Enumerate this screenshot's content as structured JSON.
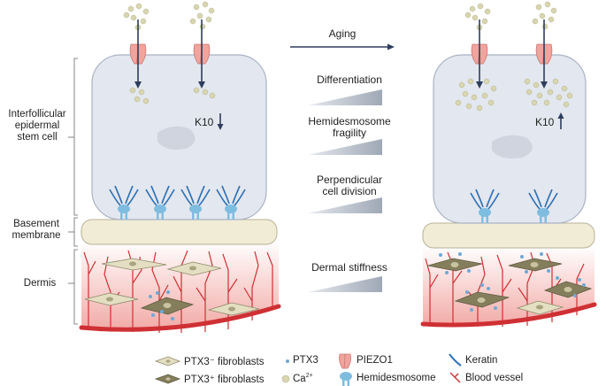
{
  "side_labels": {
    "stem_cell_line1": "Interfollicular",
    "stem_cell_line2": "epidermal",
    "stem_cell_line3": "stem cell",
    "basement_line1": "Basement",
    "basement_line2": "membrane",
    "dermis": "Dermis"
  },
  "middle": {
    "aging": "Aging",
    "differentiation": "Differentiation",
    "hemidesmosome_line1": "Hemidesmosome",
    "hemidesmosome_line2": "fragility",
    "perpendicular_line1": "Perpendicular",
    "perpendicular_line2": "cell division",
    "dermal_stiffness": "Dermal stiffness"
  },
  "k10": {
    "label": "K10",
    "young_direction": "down",
    "aged_direction": "up"
  },
  "legend": {
    "ptx3_neg_fibroblasts": "PTX3⁻ fibroblasts",
    "ptx3_pos_fibroblasts": "PTX3⁺ fibroblasts",
    "ptx3": "PTX3",
    "ca": "Ca",
    "ca_sup": "2+",
    "piezo1": "PIEZO1",
    "hemidesmosome": "Hemidesmosome",
    "keratin": "Keratin",
    "blood_vessel": "Blood vessel"
  },
  "colors": {
    "cell_fill": "#e3e7ef",
    "cell_stroke": "#a9b2c3",
    "nucleus": "#cfd4de",
    "calcium": "#d8d6b0",
    "piezo": "#f1a39d",
    "arrow": "#2e3d5c",
    "hemidesmosome": "#7fbde0",
    "keratin": "#2c6fb5",
    "basement": "#f0ecd6",
    "vessel": "#cf3034",
    "dermis_pink": "#f3b8b3",
    "ptx3_dot": "#6fa8d6",
    "fibro_neg": "#e4dfc2",
    "fibro_pos": "#857e5c",
    "wedge": "#a8b0bd"
  }
}
